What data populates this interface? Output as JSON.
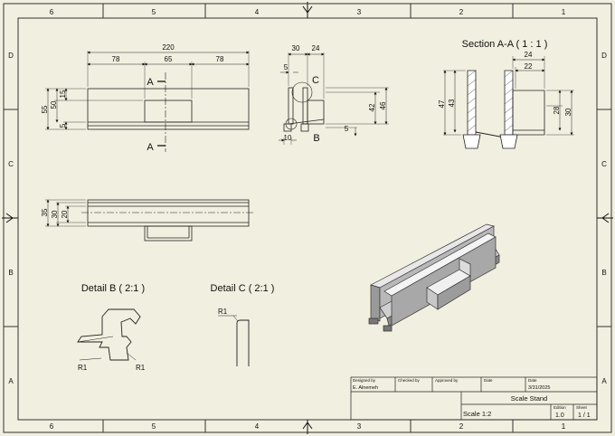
{
  "border": {
    "cols_top": [
      "6",
      "5",
      "4",
      "3",
      "2",
      "1"
    ],
    "cols_bottom": [
      "6",
      "5",
      "4",
      "3",
      "2",
      "1"
    ],
    "rows_left": [
      "D",
      "C",
      "B",
      "A"
    ],
    "rows_right": [
      "D",
      "C",
      "B",
      "A"
    ]
  },
  "top_view": {
    "dims": {
      "overall": "220",
      "left": "78",
      "mid": "65",
      "right": "78",
      "h55": "55",
      "h50": "50",
      "h15": "15",
      "h5": "5"
    },
    "section_marks": [
      "A",
      "A"
    ]
  },
  "side_view": {
    "dims": {
      "d30": "30",
      "d24": "24",
      "d5": "5",
      "d10": "10",
      "d42": "42",
      "d46": "46",
      "d5b": "5"
    },
    "detail_c": "C",
    "detail_b": "B"
  },
  "section_view": {
    "title": "Section A-A ( 1 : 1 )",
    "dims": {
      "d24": "24",
      "d22": "22",
      "d47": "47",
      "d43": "43",
      "d28": "28",
      "d30": "30"
    }
  },
  "front_view": {
    "dims": {
      "d35": "35",
      "d30": "30",
      "d20": "20"
    }
  },
  "detail_b": {
    "title": "Detail B ( 2:1 )",
    "r_left": "R1",
    "r_right": "R1"
  },
  "detail_c": {
    "title": "Detail C ( 2:1 )",
    "r": "R1"
  },
  "title_block": {
    "designed_by_label": "Designed by",
    "designed_by": "E. Alnemeh",
    "checked_by_label": "Checked by",
    "approved_by_label": "Approved by",
    "date_label": "Date",
    "date2_label": "Date",
    "date_value": "3/31/2025",
    "title": "Scale Stand",
    "scale": "Scale 1:2",
    "edition_label": "Edition",
    "edition": "1.0",
    "sheet_label": "Sheet",
    "sheet": "1 / 1"
  }
}
